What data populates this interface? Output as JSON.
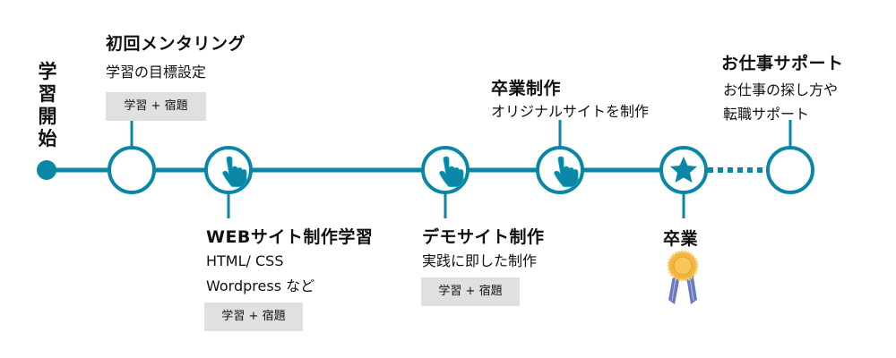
{
  "colors": {
    "accent": "#0a86a6",
    "tag_bg": "#e0e0e0"
  },
  "start": {
    "label": "学習開始"
  },
  "steps": [
    {
      "title": "初回メンタリング",
      "sub": [
        "学習の目標設定"
      ],
      "tag": "学習 + 宿題",
      "icon": "empty-circle"
    },
    {
      "title": "WEBサイト制作学習",
      "sub": [
        "HTML/ CSS",
        "Wordpress など"
      ],
      "tag": "学習 + 宿題",
      "icon": "pointing-hand-icon"
    },
    {
      "title": "デモサイト制作",
      "sub": [
        "実践に即した制作"
      ],
      "tag": "学習 + 宿題",
      "icon": "pointing-hand-icon"
    },
    {
      "title": "卒業制作",
      "sub": [
        "オリジナルサイトを制作"
      ],
      "icon": "pointing-hand-icon"
    },
    {
      "title": "卒業",
      "icon": "star-icon",
      "badge": "medal-ribbon-icon"
    },
    {
      "title": "お仕事サポート",
      "sub": [
        "お仕事の探し方や",
        "転職サポート"
      ],
      "icon": "empty-circle"
    }
  ]
}
